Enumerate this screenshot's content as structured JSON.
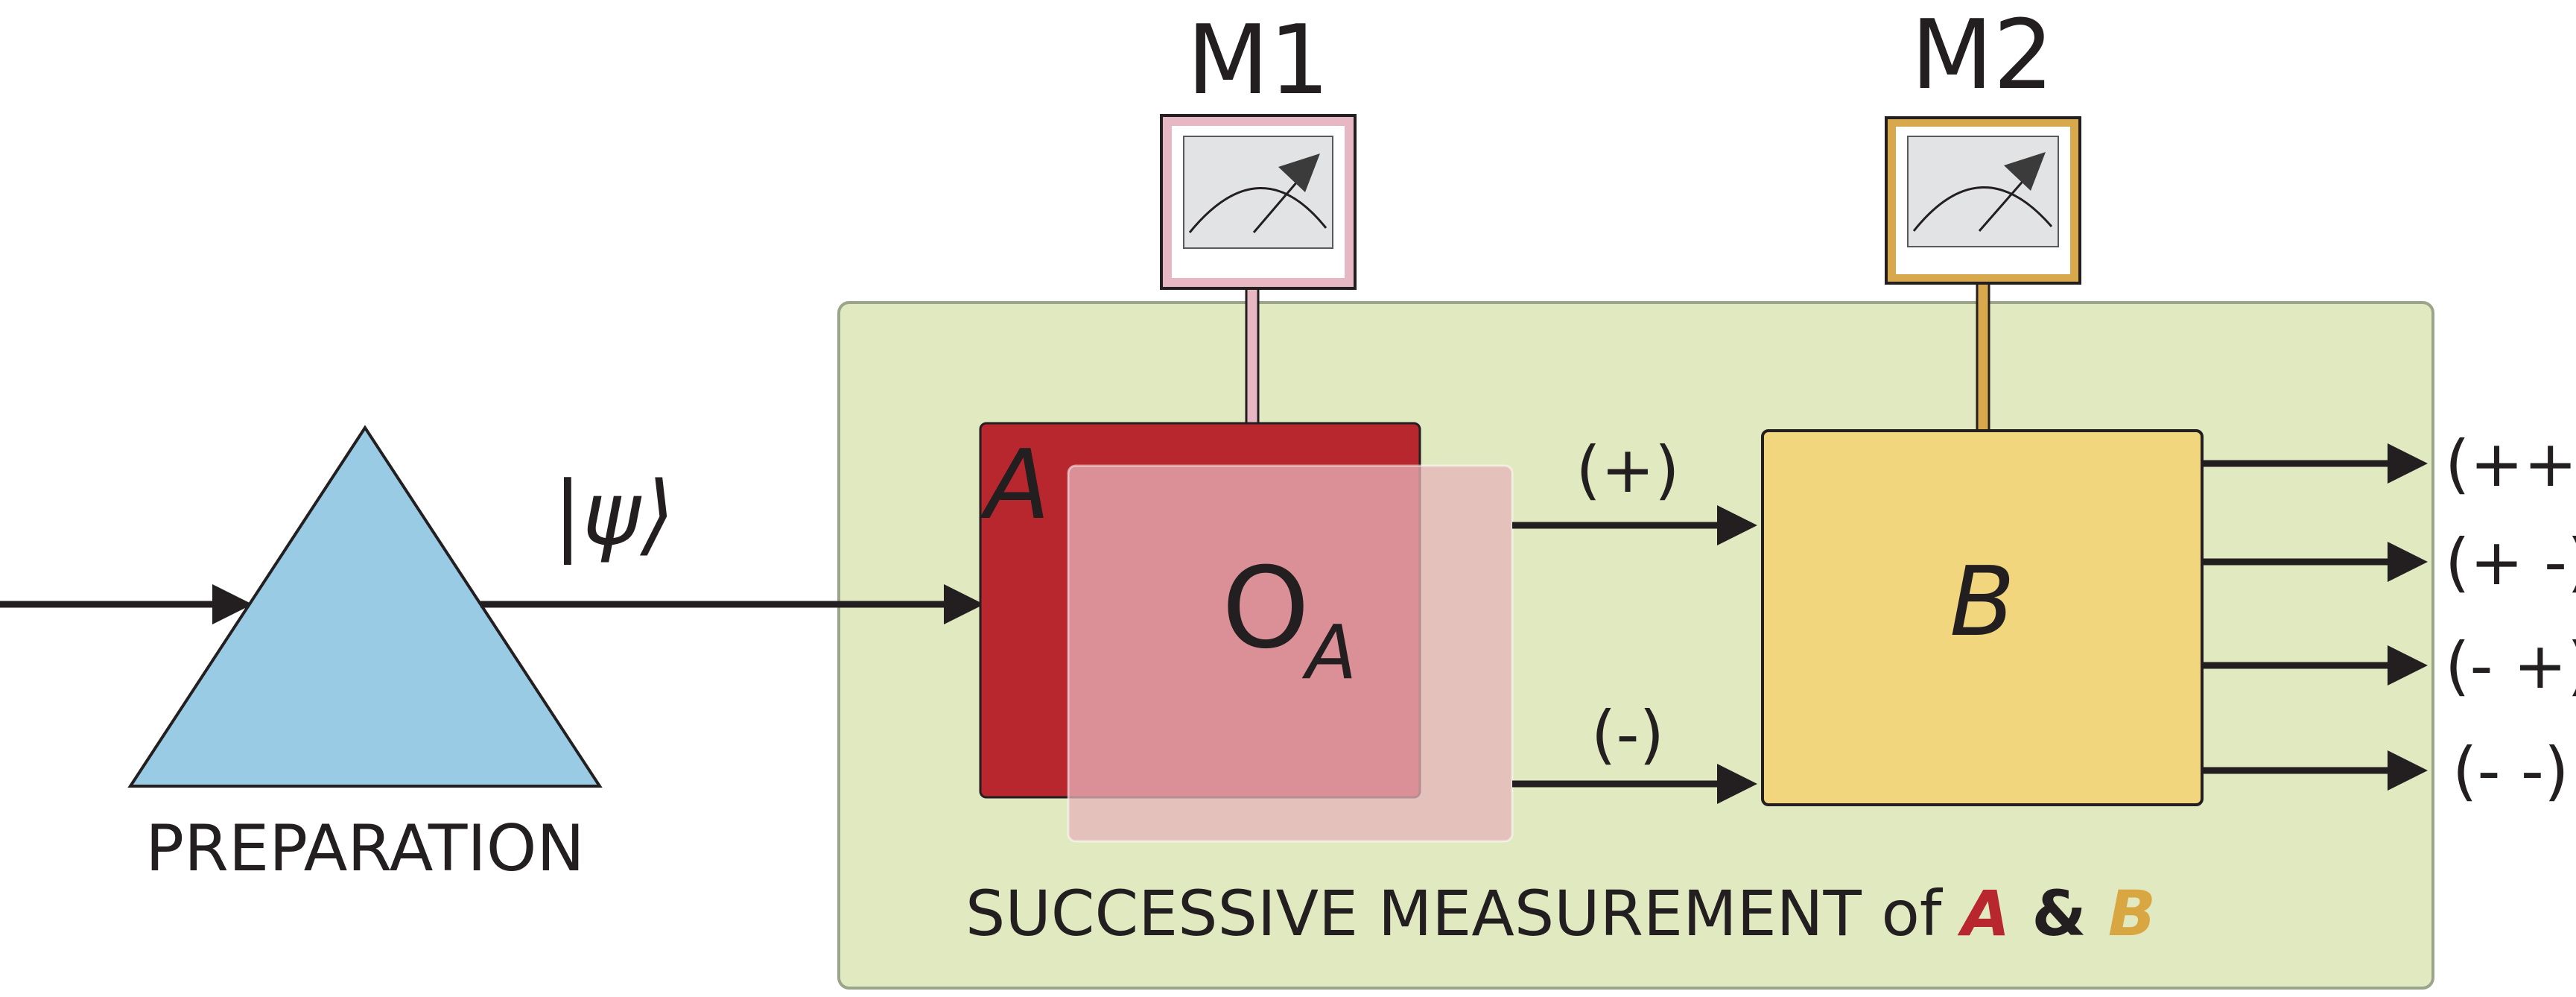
{
  "preparation": {
    "label": "PREPARATION",
    "state_label": "|ψ⟩"
  },
  "meters": [
    {
      "id": "M1",
      "label": "M1"
    },
    {
      "id": "M2",
      "label": "M2"
    }
  ],
  "box_a": {
    "label": "A"
  },
  "operator_a": {
    "main": "O",
    "sub": "A"
  },
  "box_b": {
    "label": "B"
  },
  "branches": {
    "plus": "(+)",
    "minus": "(-)"
  },
  "outputs": [
    "(++)",
    "(+ -)",
    "(- +)",
    "(- -)"
  ],
  "caption": {
    "text": "SUCCESSIVE MEASUREMENT of ",
    "a": "A",
    "amp": " & ",
    "b": "B"
  },
  "colors": {
    "prism": "#9acbe5",
    "panel": "#e0e9c0",
    "box_a": "#b8262e",
    "operator": "#e6b4b9",
    "box_b": "#f2d67e",
    "meter_m1_frame": "#e7b8c4",
    "meter_m2_frame": "#d8a84d",
    "caption_a": "#b8262e",
    "caption_b": "#d9a742"
  }
}
